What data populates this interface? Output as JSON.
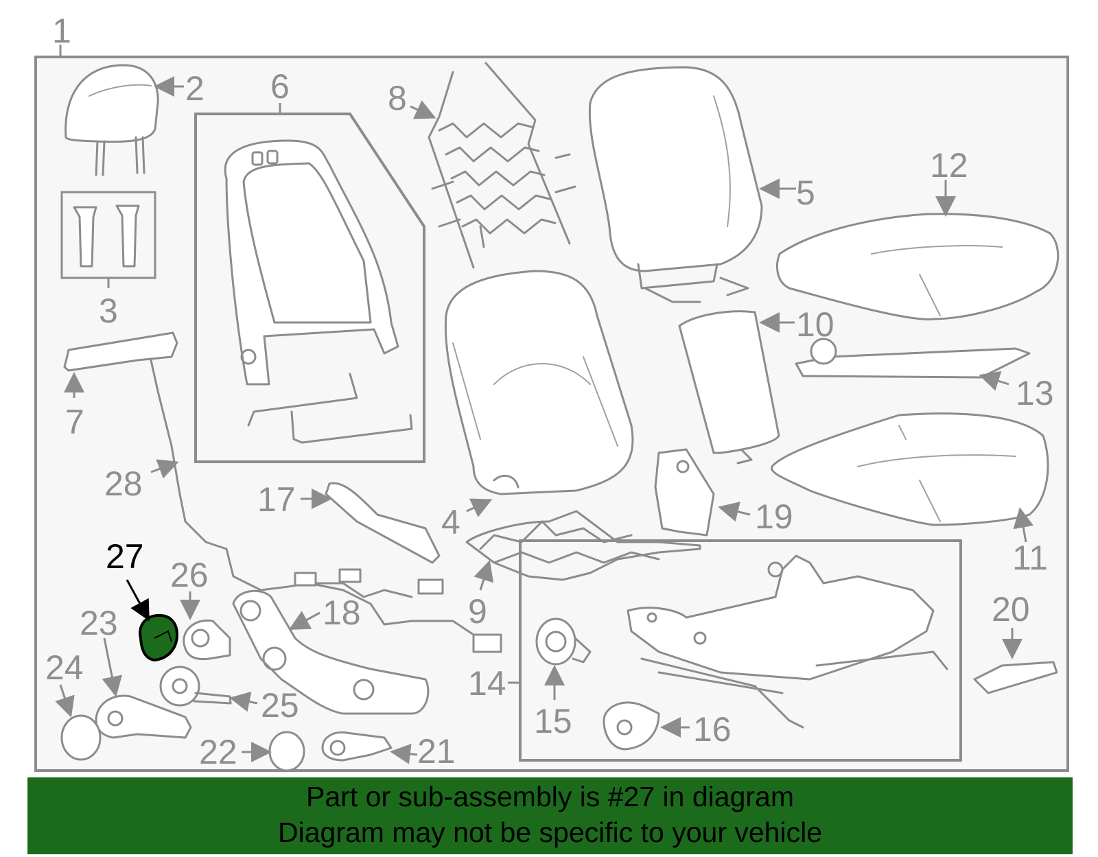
{
  "diagram": {
    "highlight_color": "#1c6b1c",
    "highlighted_part": "27",
    "callouts": [
      "1",
      "2",
      "3",
      "4",
      "5",
      "6",
      "7",
      "8",
      "9",
      "10",
      "11",
      "12",
      "13",
      "14",
      "15",
      "16",
      "17",
      "18",
      "19",
      "20",
      "21",
      "22",
      "23",
      "24",
      "25",
      "26",
      "27",
      "28"
    ]
  },
  "banner": {
    "line1": "Part or sub-assembly is #27 in diagram",
    "line2": "Diagram may not be specific to your vehicle"
  }
}
